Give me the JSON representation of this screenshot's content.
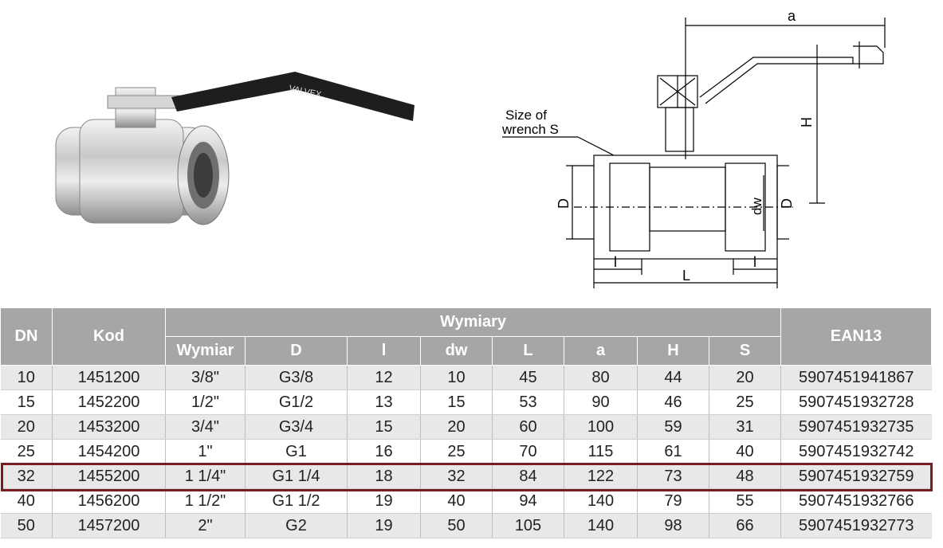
{
  "drawing": {
    "wrench_label_line1": "Size of",
    "wrench_label_line2": "wrench S",
    "dim_a": "a",
    "dim_H": "H",
    "dim_D_left": "D",
    "dim_dw": "dw",
    "dim_D_right": "D",
    "dim_l_left": "l",
    "dim_l_right": "l",
    "dim_L": "L"
  },
  "photo": {
    "brand_mark": "VALVEX"
  },
  "table": {
    "header": {
      "dn": "DN",
      "kod": "Kod",
      "group": "Wymiary",
      "sub": [
        "Wymiar",
        "D",
        "l",
        "dw",
        "L",
        "a",
        "H",
        "S"
      ],
      "ean": "EAN13"
    },
    "rows": [
      [
        "10",
        "1451200",
        "3/8\"",
        "G3/8",
        "12",
        "10",
        "45",
        "80",
        "44",
        "20",
        "5907451941867"
      ],
      [
        "15",
        "1452200",
        "1/2\"",
        "G1/2",
        "13",
        "15",
        "53",
        "90",
        "46",
        "25",
        "5907451932728"
      ],
      [
        "20",
        "1453200",
        "3/4\"",
        "G3/4",
        "15",
        "20",
        "60",
        "100",
        "59",
        "31",
        "5907451932735"
      ],
      [
        "25",
        "1454200",
        "1\"",
        "G1",
        "16",
        "25",
        "70",
        "115",
        "61",
        "40",
        "5907451932742"
      ],
      [
        "32",
        "1455200",
        "1 1/4\"",
        "G1 1/4",
        "18",
        "32",
        "84",
        "122",
        "73",
        "48",
        "5907451932759"
      ],
      [
        "40",
        "1456200",
        "1 1/2\"",
        "G1 1/2",
        "19",
        "40",
        "94",
        "140",
        "79",
        "55",
        "5907451932766"
      ],
      [
        "50",
        "1457200",
        "2\"",
        "G2",
        "19",
        "50",
        "105",
        "140",
        "98",
        "66",
        "5907451932773"
      ]
    ],
    "highlighted_row_dn": "32",
    "highlight_color": "#7b1a23",
    "header_color": "#a6a6a6"
  }
}
